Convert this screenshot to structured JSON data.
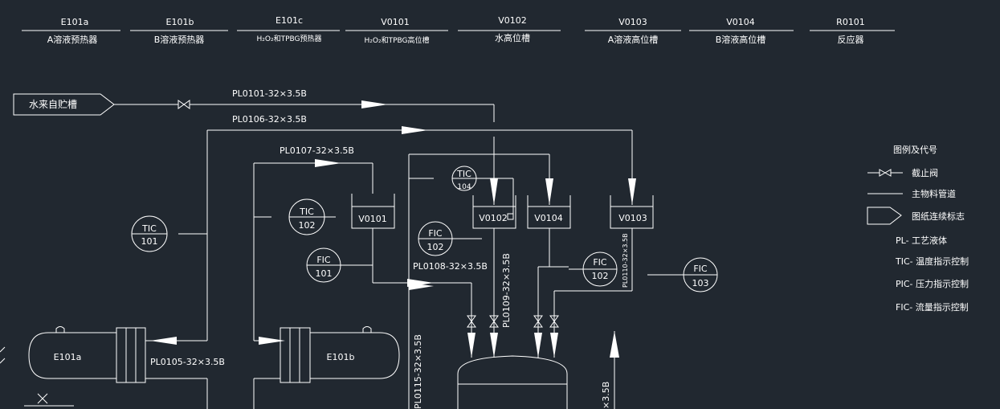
{
  "header": {
    "equipment": [
      {
        "code": "E101a",
        "name": "A溶液预热器"
      },
      {
        "code": "E101b",
        "name": "B溶液预热器"
      },
      {
        "code": "E101c",
        "name": "H₂O₂和TPBG预热器"
      },
      {
        "code": "V0101",
        "name": "H₂O₂和TPBG高位槽"
      },
      {
        "code": "V0102",
        "name": "水高位槽"
      },
      {
        "code": "V0103",
        "name": "A溶液高位槽"
      },
      {
        "code": "V0104",
        "name": "B溶液高位槽"
      },
      {
        "code": "R0101",
        "name": "反应器"
      }
    ]
  },
  "source": {
    "label": "水来自贮槽"
  },
  "pipes": {
    "pl0101": "PL0101-32×3.5B",
    "pl0106": "PL0106-32×3.5B",
    "pl0107": "PL0107-32×3.5B",
    "pl0108": "PL0108-32×3.5B",
    "pl0105": "PL0105-32×3.5B",
    "pl0109": "PL0109-32×3.5B",
    "pl0110": "PL0110-32×3.5B",
    "pl0115": "PL0115-32×3.5B",
    "pl_cut": "×3.5B"
  },
  "instruments": {
    "tic101": {
      "type": "TIC",
      "num": "101"
    },
    "tic102": {
      "type": "TIC",
      "num": "102"
    },
    "tic104": {
      "type": "TIC",
      "num": "104"
    },
    "fic101": {
      "type": "FIC",
      "num": "101"
    },
    "fic102a": {
      "type": "FIC",
      "num": "102"
    },
    "fic102b": {
      "type": "FIC",
      "num": "102"
    },
    "fic103": {
      "type": "FIC",
      "num": "103"
    }
  },
  "vessels": {
    "v0101": "V0101",
    "v0102": "V0102",
    "v0104": "V0104",
    "v0103": "V0103",
    "e101a": "E101a",
    "e101b": "E101b"
  },
  "legend": {
    "title": "图例及代号",
    "items": [
      {
        "symbol": "valve",
        "text": "截止阀"
      },
      {
        "symbol": "line",
        "text": "主物料管道"
      },
      {
        "symbol": "offpage",
        "text": "图纸连续标志"
      }
    ],
    "codes": [
      "PL-  工艺液体",
      "TIC- 温度指示控制",
      "PIC- 压力指示控制",
      "FIC-  流量指示控制"
    ]
  },
  "colors": {
    "background": "#212830",
    "line": "#ffffff"
  }
}
